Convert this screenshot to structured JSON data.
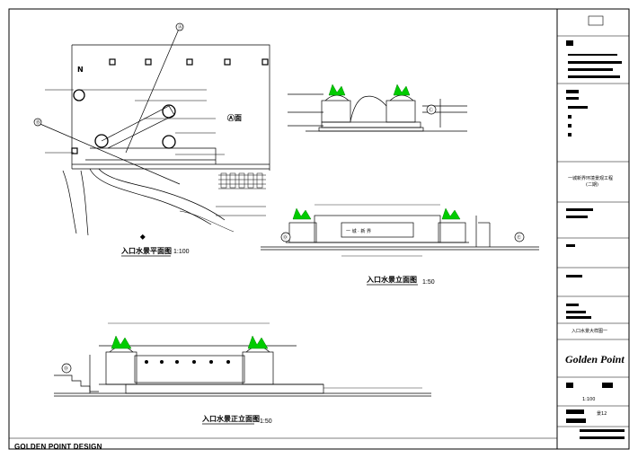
{
  "sheet": {
    "company_footer": "GOLDEN POINT DESIGN",
    "compass_mark": "N",
    "plan_label": "Ⓐ面",
    "views": {
      "plan": {
        "title": "入口水景平面图",
        "scale": "1:100"
      },
      "front_elevation": {
        "title": "入口水景立面图",
        "scale": "1:50",
        "sign_text": "一 城 · 新 界"
      },
      "side_elevation": {
        "title": "入口水景正立面图",
        "scale": "1:50"
      }
    },
    "markers": [
      "Ⓐ",
      "Ⓑ",
      "Ⓒ",
      "Ⓓ",
      "Ⓔ"
    ]
  },
  "title_block": {
    "project_name": "一城新界环境景观工程",
    "project_phase": "(二期)",
    "drawing_name": "入口水景大样图一",
    "logo_text": "Golden Point",
    "scale": "1:100",
    "sheet_number": "景12"
  }
}
